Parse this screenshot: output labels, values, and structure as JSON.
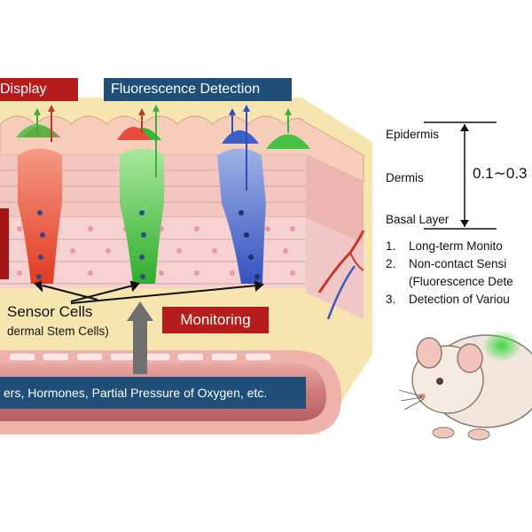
{
  "banners": {
    "display": "Display",
    "fluorescence": "Fluorescence Detection",
    "monitoring": "Monitoring"
  },
  "sensor_cells": {
    "title": "Sensor Cells",
    "subtitle": "dermal Stem Cells)"
  },
  "blood_vessel_text": "ers, Hormones, Partial Pressure of Oxygen, etc.",
  "layers": {
    "epidermis": "Epidermis",
    "dermis": "Dermis",
    "basal": "Basal Layer",
    "thickness": "0.1∼0.3"
  },
  "features": [
    {
      "num": "1.",
      "text": "Long-term Monito"
    },
    {
      "num": "2.",
      "text": "Non-contact Sensi"
    },
    {
      "num": "",
      "text": "(Fluorescence Dete"
    },
    {
      "num": "3.",
      "text": "Detection of Variou"
    }
  ],
  "colors": {
    "banner_red": "#b71c1c",
    "banner_navy": "#1f4e79",
    "sensor_red": "#e8432f",
    "sensor_green": "#3cc13a",
    "sensor_blue": "#3c5fc8",
    "skin": "#f4cfc2",
    "vessel": "#d98b8b"
  }
}
